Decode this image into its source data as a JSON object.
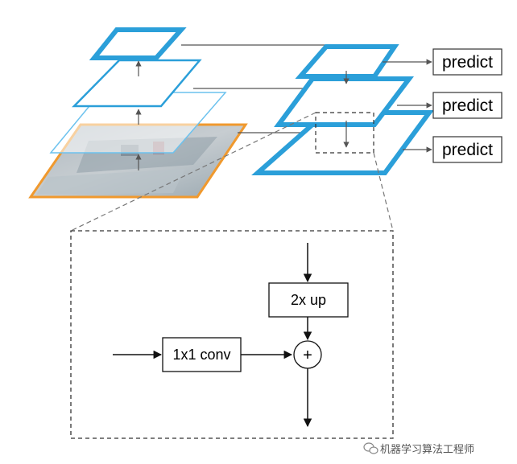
{
  "predict_labels": [
    "predict",
    "predict",
    "predict"
  ],
  "upsample_label": "2x up",
  "lateral_label": "1x1 conv",
  "merge_symbol": "+",
  "watermark": "机器学习算法工程师",
  "colors": {
    "pyramid_blue": "#2b9fd9",
    "feature_blue": "#49b3e8",
    "image_orange": "#f0992e",
    "arrow_gray": "#555555",
    "line_black": "#111111"
  }
}
